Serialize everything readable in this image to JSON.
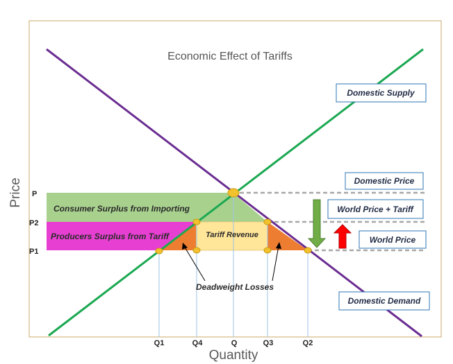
{
  "title": "Economic Effect of Tariffs",
  "axes": {
    "x_label": "Quantity",
    "y_label": "Price"
  },
  "price_levels": {
    "p": "P",
    "p2": "P2",
    "p1": "P1"
  },
  "quantity_levels": {
    "q1": "Q1",
    "q4": "Q4",
    "q": "Q",
    "q3": "Q3",
    "q2": "Q2"
  },
  "curve_labels": {
    "domestic_supply": "Domestic Supply",
    "domestic_price": "Domestic Price",
    "world_price_tariff": "World Price + Tariff",
    "world_price": "World Price",
    "domestic_demand": "Domestic Demand"
  },
  "areas": {
    "consumer_surplus": "Consumer Surplus from Importing",
    "producer_surplus": "Producers Surplus from Tariff",
    "tariff_revenue": "Tariff Revenue",
    "deadweight_losses": "Deadweight Losses"
  },
  "colors": {
    "supply_line": "#1aa851",
    "demand_line": "#6a2c91",
    "consumer_surplus": "#a9d18e",
    "producer_surplus": "#e83fd3",
    "tariff_revenue": "#ffe699",
    "deadweight": "#ed7d31",
    "marker": "#f2c12e",
    "arrow_down": "#70ad47",
    "arrow_up": "#ff0000",
    "frame": "#c9a86a"
  }
}
